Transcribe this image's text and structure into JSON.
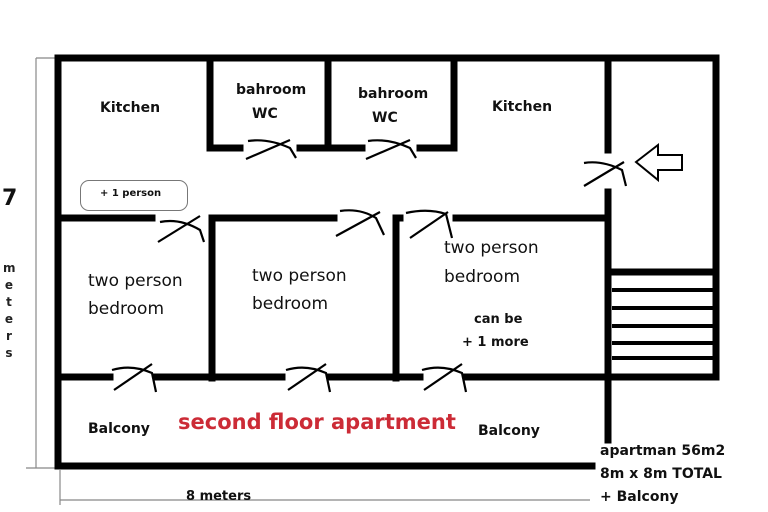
{
  "plan": {
    "title": "second floor apartment",
    "title_color": "#cc2b36",
    "rooms": [
      {
        "name": "kitchen-left",
        "label": "Kitchen"
      },
      {
        "name": "bathroom-1",
        "label_line1": "bahroom",
        "label_line2": "WC"
      },
      {
        "name": "bathroom-2",
        "label_line1": "bahroom",
        "label_line2": "WC"
      },
      {
        "name": "kitchen-right",
        "label": "Kitchen"
      },
      {
        "name": "bedroom-1",
        "label_line1": "two person",
        "label_line2": "bedroom"
      },
      {
        "name": "bedroom-2",
        "label_line1": "two person",
        "label_line2": "bedroom"
      },
      {
        "name": "bedroom-3",
        "label_line1": "two person",
        "label_line2": "bedroom",
        "note_line1": "can be",
        "note_line2": "+ 1 more"
      },
      {
        "name": "balcony-left",
        "label": "Balcony"
      },
      {
        "name": "balcony-right",
        "label": "Balcony"
      }
    ],
    "extra_bed_note": "+ 1 person",
    "summary": {
      "line1": "apartman 56m2",
      "line2": "8m x 8m TOTAL",
      "line3": "+ Balcony"
    },
    "dimensions": {
      "height_value": "7",
      "height_unit_letters": [
        "m",
        "e",
        "t",
        "e",
        "r",
        "s"
      ],
      "width_label": "8 meters"
    },
    "icons": {
      "entrance": "arrow-left-icon",
      "doors": "door-swing-icon",
      "stairs": "stairs-icon"
    }
  }
}
